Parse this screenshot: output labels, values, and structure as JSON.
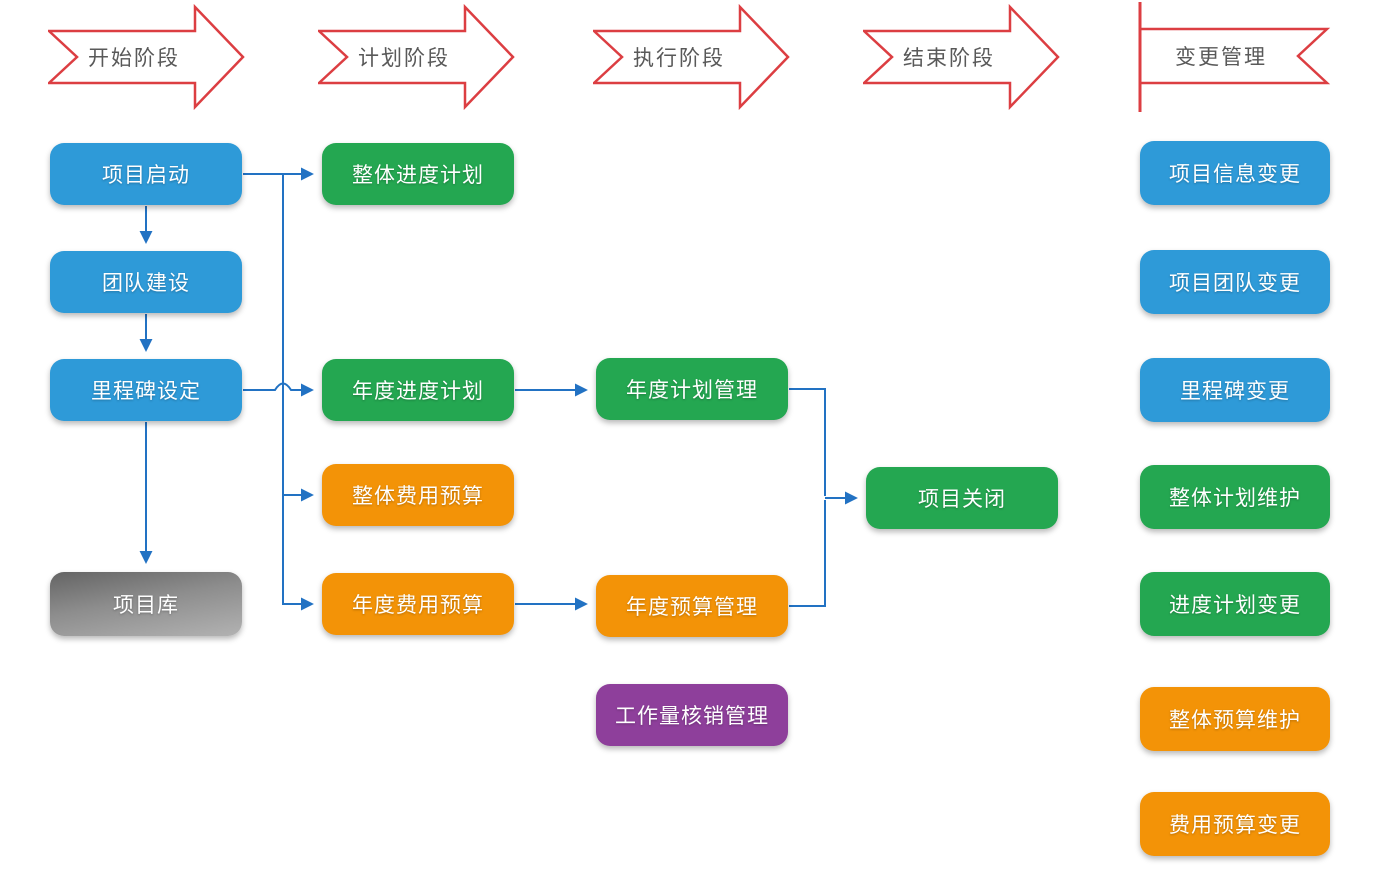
{
  "phases": {
    "start": {
      "label": "开始阶段"
    },
    "plan": {
      "label": "计划阶段"
    },
    "execute": {
      "label": "执行阶段"
    },
    "finish": {
      "label": "结束阶段"
    },
    "change": {
      "label": "变更管理"
    }
  },
  "nodes": {
    "project_start": {
      "label": "项目启动",
      "color": "#2E9AD8"
    },
    "team_building": {
      "label": "团队建设",
      "color": "#2E9AD8"
    },
    "milestone_setting": {
      "label": "里程碑设定",
      "color": "#2E9AD8"
    },
    "project_repository": {
      "label": "项目库",
      "color": "#8d8d8d"
    },
    "overall_schedule_plan": {
      "label": "整体进度计划",
      "color": "#24A751"
    },
    "annual_schedule_plan": {
      "label": "年度进度计划",
      "color": "#24A751"
    },
    "overall_cost_budget": {
      "label": "整体费用预算",
      "color": "#F39307"
    },
    "annual_cost_budget": {
      "label": "年度费用预算",
      "color": "#F39307"
    },
    "annual_plan_mgmt": {
      "label": "年度计划管理",
      "color": "#24A751"
    },
    "annual_budget_mgmt": {
      "label": "年度预算管理",
      "color": "#F39307"
    },
    "workload_writeoff": {
      "label": "工作量核销管理",
      "color": "#8E3F9B"
    },
    "project_close": {
      "label": "项目关闭",
      "color": "#24A751"
    },
    "change_project_info": {
      "label": "项目信息变更",
      "color": "#2E9AD8"
    },
    "change_project_team": {
      "label": "项目团队变更",
      "color": "#2E9AD8"
    },
    "change_milestone": {
      "label": "里程碑变更",
      "color": "#2E9AD8"
    },
    "maintain_overall_plan": {
      "label": "整体计划维护",
      "color": "#24A751"
    },
    "change_schedule_plan": {
      "label": "进度计划变更",
      "color": "#24A751"
    },
    "maintain_overall_budget": {
      "label": "整体预算维护",
      "color": "#F39307"
    },
    "change_cost_budget": {
      "label": "费用预算变更",
      "color": "#F39307"
    }
  },
  "colors": {
    "node_blue": "#2E9AD8",
    "node_green": "#24A751",
    "node_orange": "#F39307",
    "node_purple": "#8E3F9B",
    "node_gray_gradient_start": "#646464",
    "node_gray_gradient_end": "#b2b2b2",
    "phase_outline_red": "#DC3E42",
    "phase_text": "#595959",
    "connector_blue": "#2272C3",
    "node_text": "#ffffff",
    "background": "#ffffff"
  }
}
